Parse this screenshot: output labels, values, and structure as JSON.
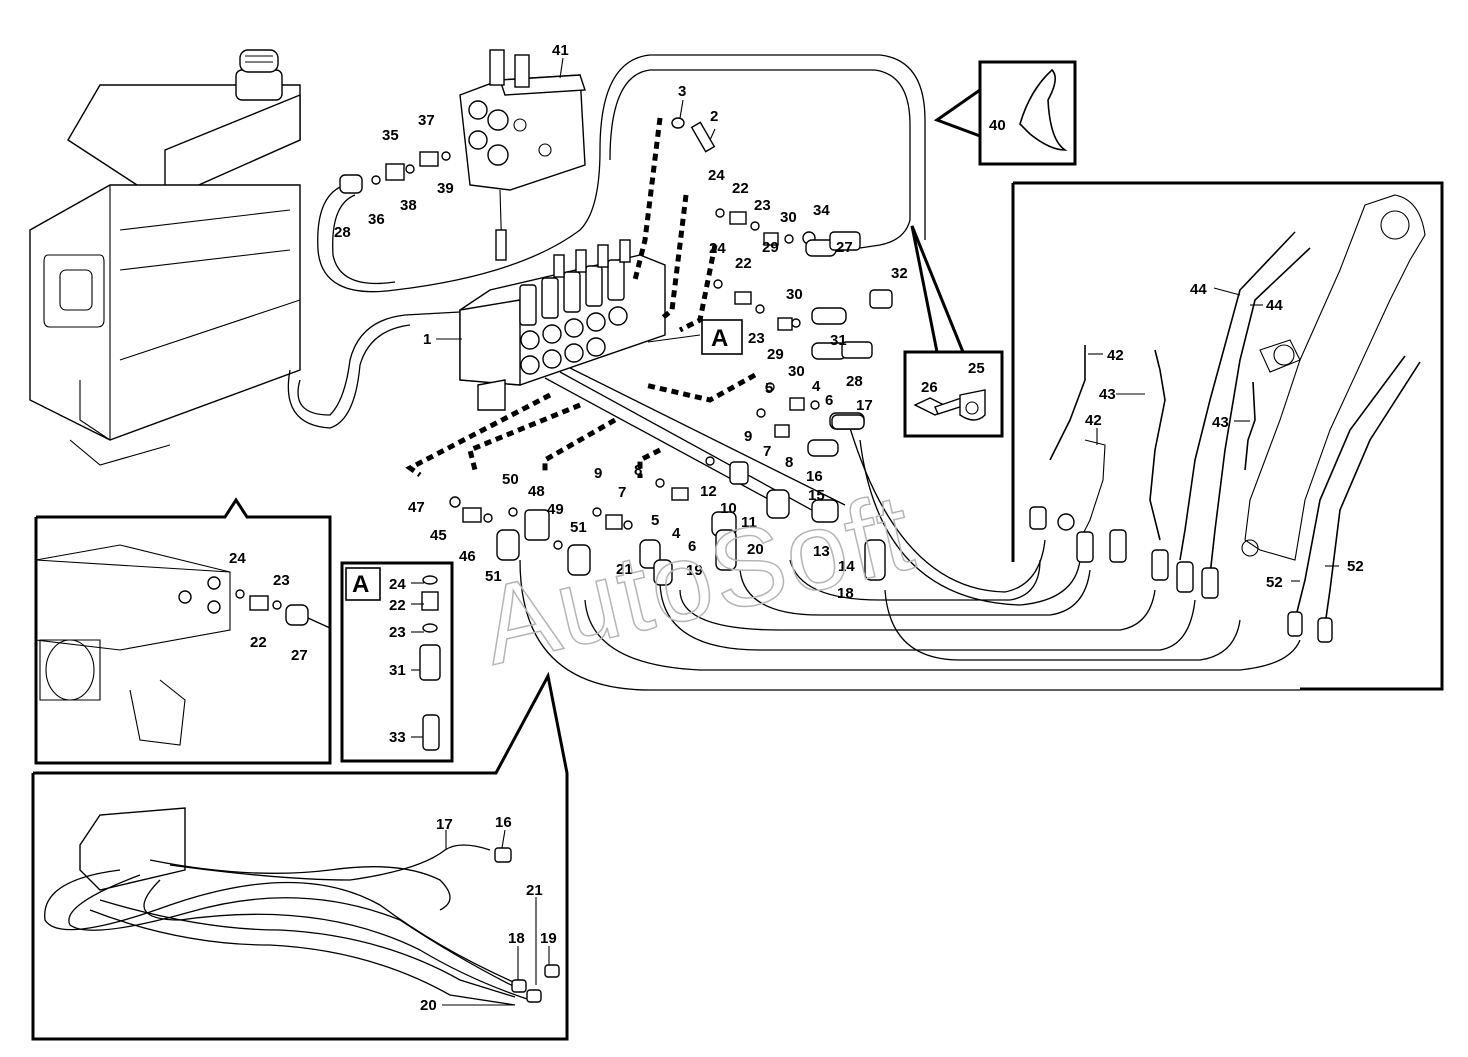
{
  "watermark": "AutoSoft",
  "detail_marker": "A",
  "labels": {
    "l1": "1",
    "l2": "2",
    "l3": "3",
    "l4a": "4",
    "l4b": "4",
    "l5a": "5",
    "l5b": "5",
    "l6a": "6",
    "l6b": "6",
    "l7a": "7",
    "l7b": "7",
    "l8a": "8",
    "l8b": "8",
    "l9a": "9",
    "l9b": "9",
    "l10": "10",
    "l11": "11",
    "l12": "12",
    "l13": "13",
    "l14": "14",
    "l15": "15",
    "l16a": "16",
    "l16b": "16",
    "l17a": "17",
    "l17b": "17",
    "l18a": "18",
    "l18b": "18",
    "l19a": "19",
    "l19b": "19",
    "l20a": "20",
    "l20b": "20",
    "l21a": "21",
    "l21b": "21",
    "l22a": "22",
    "l22b": "22",
    "l22c": "22",
    "l22d": "22",
    "l23a": "23",
    "l23b": "23",
    "l23c": "23",
    "l23d": "23",
    "l24a": "24",
    "l24b": "24",
    "l24c": "24",
    "l24d": "24",
    "l25": "25",
    "l26": "26",
    "l27a": "27",
    "l27b": "27",
    "l28a": "28",
    "l28b": "28",
    "l29a": "29",
    "l29b": "29",
    "l30a": "30",
    "l30b": "30",
    "l30c": "30",
    "l31a": "31",
    "l31b": "31",
    "l32": "32",
    "l33": "33",
    "l34": "34",
    "l35": "35",
    "l36": "36",
    "l37": "37",
    "l38": "38",
    "l39": "39",
    "l40": "40",
    "l41": "41",
    "l42a": "42",
    "l42b": "42",
    "l43a": "43",
    "l43b": "43",
    "l44a": "44",
    "l44b": "44",
    "l45": "45",
    "l46": "46",
    "l47": "47",
    "l48": "48",
    "l49": "49",
    "l50": "50",
    "l51a": "51",
    "l51b": "51",
    "l52a": "52",
    "l52b": "52"
  }
}
